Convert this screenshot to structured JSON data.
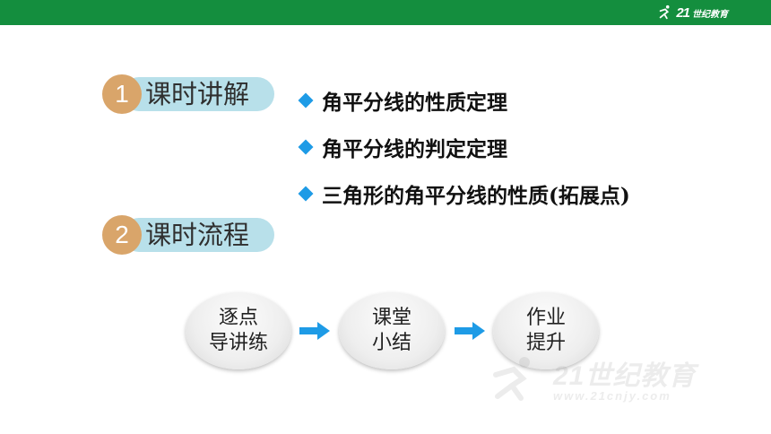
{
  "header": {
    "logo_text": "21世纪教育",
    "logo_number": "21",
    "logo_chars": "世纪教育",
    "bar_color": "#148e3e"
  },
  "sections": [
    {
      "number": "1",
      "title": "课时讲解"
    },
    {
      "number": "2",
      "title": "课时流程"
    }
  ],
  "topics": [
    "角平分线的性质定理",
    "角平分线的判定定理",
    "三角形的角平分线的性质(拓展点)"
  ],
  "flow": [
    {
      "line1": "逐点",
      "line2": "导讲练"
    },
    {
      "line1": "课堂",
      "line2": "小结"
    },
    {
      "line1": "作业",
      "line2": "提升"
    }
  ],
  "watermark": {
    "logo": "21世纪教育",
    "url": "www.21cnjy.com"
  },
  "colors": {
    "circle": "#d9a56a",
    "pill": "#b8e0ea",
    "bullet": "#1e9be6",
    "arrow": "#1e9be6"
  }
}
